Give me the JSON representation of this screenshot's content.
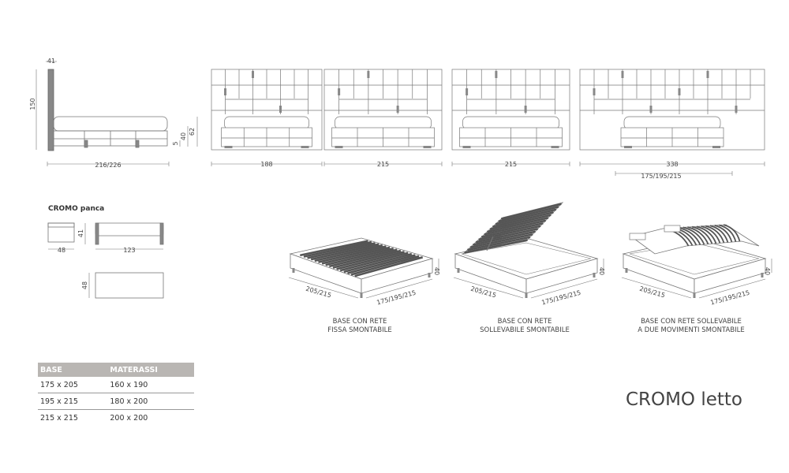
{
  "side_view": {
    "dim_top": "41",
    "dim_height": "150",
    "dim_width": "216/226",
    "dim_stack_a": "5",
    "dim_stack_b": "40",
    "dim_stack_c": "62"
  },
  "front_views": [
    {
      "width": "188"
    },
    {
      "width": "215"
    },
    {
      "width": "215"
    },
    {
      "width": "338",
      "sub_width": "175/195/215"
    }
  ],
  "bench": {
    "title": "CROMO panca",
    "dim_depth": "48",
    "dim_height": "41",
    "dim_length": "123",
    "dim_top_depth": "48"
  },
  "bases": [
    {
      "dim_length": "205/215",
      "dim_width": "175/195/215",
      "dim_height": "40",
      "caption_line1": "BASE CON RETE",
      "caption_line2": "FISSA SMONTABILE"
    },
    {
      "dim_length": "205/215",
      "dim_width": "175/195/215",
      "dim_height": "40",
      "caption_line1": "BASE CON RETE",
      "caption_line2": "SOLLEVABILE SMONTABILE"
    },
    {
      "dim_length": "205/215",
      "dim_width": "175/195/215",
      "dim_height": "40",
      "caption_line1": "BASE CON RETE SOLLEVABILE",
      "caption_line2": "A DUE MOVIMENTI SMONTABILE"
    }
  ],
  "table": {
    "headers": [
      "BASE",
      "MATERASSI"
    ],
    "rows": [
      [
        "175 x 205",
        "160 x 190"
      ],
      [
        "195 x 215",
        "180 x 200"
      ],
      [
        "215 x 215",
        "200 x 200"
      ]
    ]
  },
  "product_title": "CROMO letto"
}
